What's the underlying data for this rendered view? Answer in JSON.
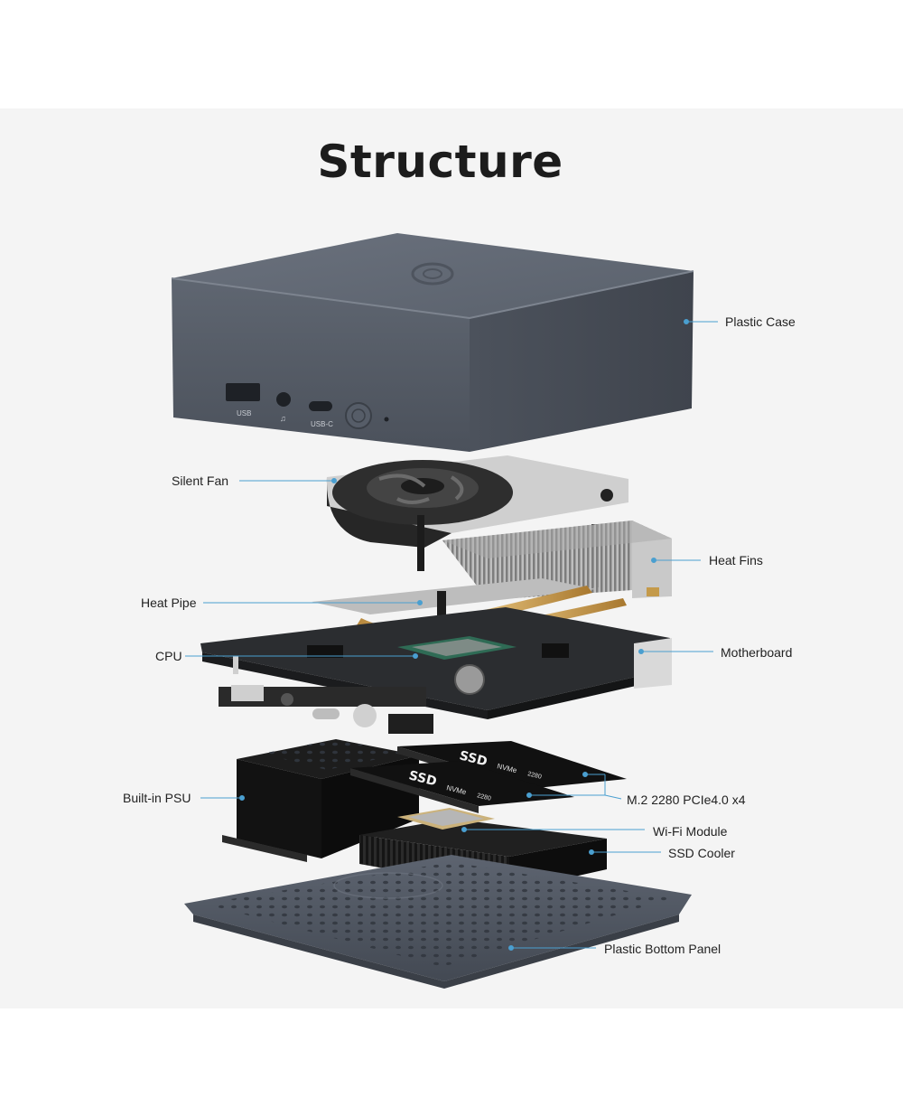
{
  "title": "Structure",
  "case_ports": {
    "usb": "USB",
    "usbc": "USB-C"
  },
  "ssd": {
    "brand": "SSD",
    "interface": "NVMe",
    "capacity": "2280"
  },
  "labels": {
    "plastic_case": "Plastic Case",
    "silent_fan": "Silent Fan",
    "heat_fins": "Heat Fins",
    "heat_pipe": "Heat Pipe",
    "cpu": "CPU",
    "motherboard": "Motherboard",
    "built_in_psu": "Built-in PSU",
    "m2": "M.2 2280 PCIe4.0 x4",
    "wifi_module": "Wi-Fi Module",
    "ssd_cooler": "SSD Cooler",
    "bottom_panel": "Plastic Bottom Panel"
  },
  "colors": {
    "leader": "#4a9fd0",
    "case": "#555c68",
    "background": "#f4f4f4"
  }
}
